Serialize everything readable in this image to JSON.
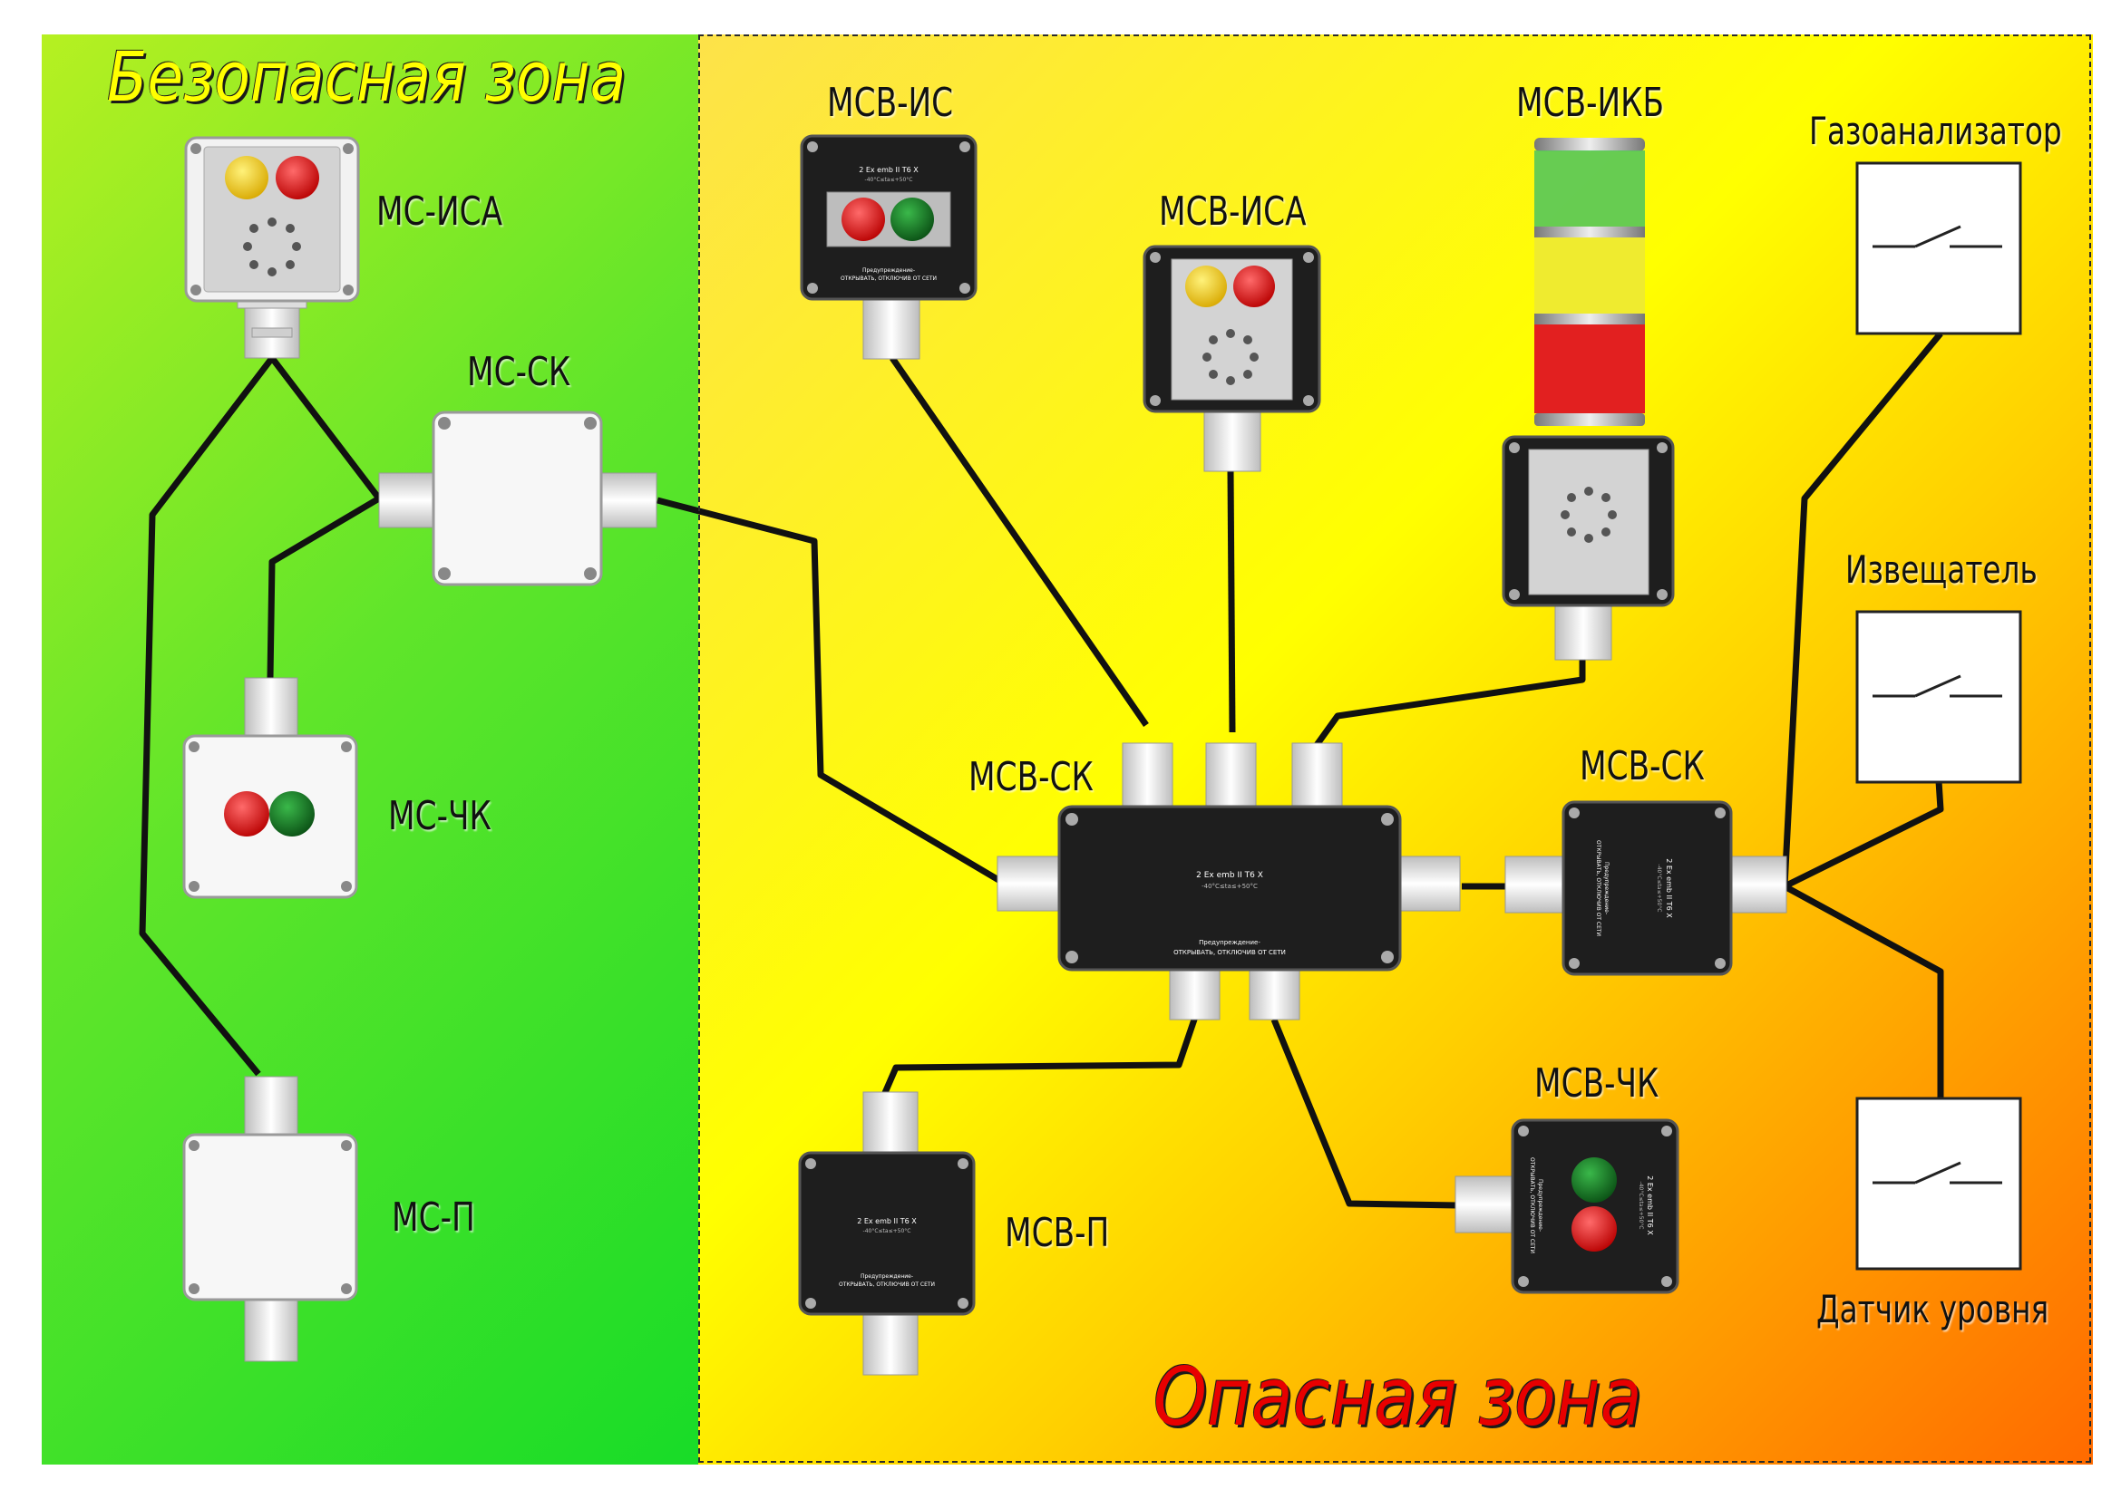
{
  "zones": {
    "safe_title": "Безопасная зона",
    "danger_title": "Опасная зона"
  },
  "labels": {
    "mc_isa": "МС-ИСА",
    "mc_sk": "МС-СК",
    "mc_chk": "МС-ЧК",
    "mc_p": "МС-П",
    "mcv_is": "МСВ-ИС",
    "mcv_isa": "МСВ-ИСА",
    "mcv_ikb": "МСВ-ИКБ",
    "mcv_sk_main": "МСВ-СК",
    "mcv_sk_right": "МСВ-СК",
    "mcv_p": "МСВ-П",
    "mcv_chk": "МСВ-ЧК",
    "gas_analyzer": "Газоанализатор",
    "detector": "Извещатель",
    "level_sensor": "Датчик уровня"
  },
  "box_text": {
    "marking": "2 Ex emb II T6 X",
    "temp": "-40°C≤ta≤+50°C",
    "warn1": "Предупреждение-",
    "warn2": "ОТКРЫВАТЬ, ОТКЛЮЧИВ ОТ СЕТИ"
  },
  "colors": {
    "lamp_yellow": "#f2d000",
    "lamp_red": "#e00000",
    "lamp_green": "#0a6a1a",
    "cable": "#111111",
    "box_dark": "#1e1e1e",
    "box_white": "#f6f6f6",
    "box_grey": "#d4d4d4"
  }
}
